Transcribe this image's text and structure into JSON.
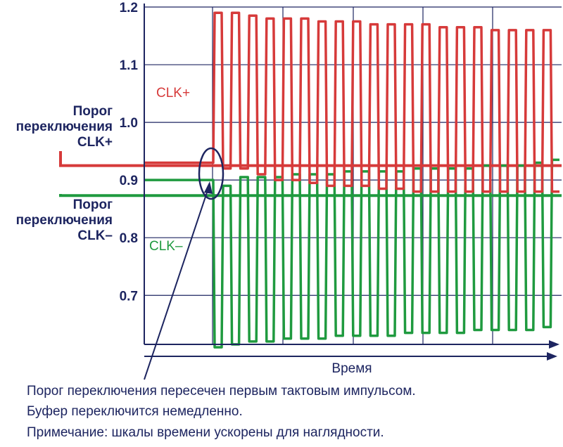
{
  "chart_data": {
    "type": "line",
    "xlabel": "Время",
    "ylabel": "",
    "ylim": [
      0.615,
      1.2
    ],
    "yticks": [
      0.7,
      0.8,
      0.9,
      1.0,
      1.1,
      1.2
    ],
    "ytick_labels": [
      "0.7",
      "0.8",
      "0.9",
      "1.0",
      "1.1",
      "1.2"
    ],
    "grid": true,
    "pulse_count": 20,
    "series": [
      {
        "name": "CLK+",
        "color": "#d63a3a",
        "before_switch": 0.93,
        "highs": [
          1.19,
          1.19,
          1.185,
          1.18,
          1.18,
          1.18,
          1.175,
          1.175,
          1.175,
          1.17,
          1.17,
          1.17,
          1.17,
          1.165,
          1.165,
          1.165,
          1.16,
          1.16,
          1.16,
          1.16
        ],
        "lows": [
          0.92,
          0.92,
          0.91,
          0.9,
          0.9,
          0.895,
          0.89,
          0.89,
          0.89,
          0.885,
          0.885,
          0.88,
          0.88,
          0.88,
          0.88,
          0.88,
          0.88,
          0.88,
          0.88,
          0.88
        ]
      },
      {
        "name": "CLK–",
        "color": "#1f9a3f",
        "before_switch": 0.9,
        "highs": [
          0.89,
          0.905,
          0.905,
          0.905,
          0.91,
          0.91,
          0.91,
          0.915,
          0.915,
          0.915,
          0.915,
          0.92,
          0.92,
          0.92,
          0.92,
          0.925,
          0.925,
          0.925,
          0.93,
          0.935
        ],
        "lows": [
          0.61,
          0.615,
          0.62,
          0.62,
          0.625,
          0.625,
          0.625,
          0.63,
          0.63,
          0.63,
          0.63,
          0.635,
          0.635,
          0.635,
          0.635,
          0.64,
          0.64,
          0.64,
          0.64,
          0.645
        ]
      }
    ],
    "thresholds": [
      {
        "name": "CLK+",
        "value": 0.925,
        "color": "#d63a3a"
      },
      {
        "name": "CLK–",
        "value": 0.873,
        "color": "#1f9a3f"
      }
    ],
    "series_labels": [
      "CLK+",
      "CLK–"
    ],
    "threshold_labels": {
      "clk_plus": [
        "Порог",
        "переключения",
        "CLK+"
      ],
      "clk_minus": [
        "Порог",
        "переключения",
        "CLK–"
      ]
    }
  },
  "notes": [
    "Порог переключения пересечен первым тактовым импульсом.",
    "Буфер переключится немедленно.",
    "Примечание: шкалы времени ускорены для наглядности."
  ],
  "colors": {
    "axis": "#1d2560",
    "grid": "#1d2560",
    "clk_plus": "#d63a3a",
    "clk_minus": "#1f9a3f"
  }
}
